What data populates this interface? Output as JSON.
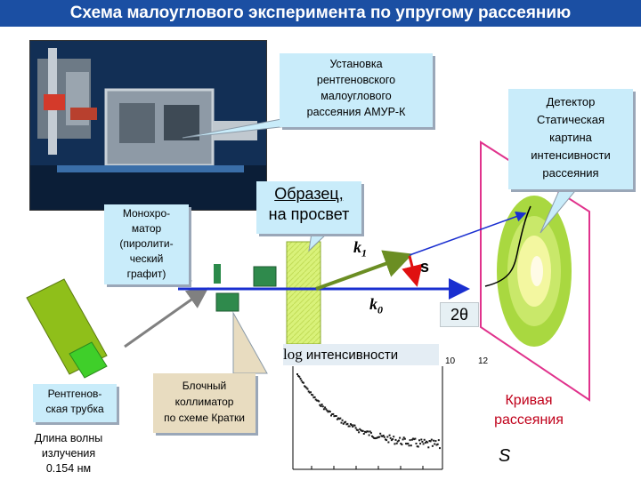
{
  "title": "Схема малоуглового эксперимента по упругому рассеянию",
  "callouts": {
    "setup": [
      "Установка",
      "рентгеновского",
      "малоуглового",
      "рассеяния АМУР-К"
    ],
    "detector": [
      "Детектор",
      "Статическая",
      "картина",
      "интенсивности",
      "рассеяния"
    ],
    "sample": [
      "Образец,",
      "на просвет"
    ],
    "monochromator": [
      "Монохро-",
      "матор",
      "(пиролити-",
      "ческий",
      "графит)"
    ],
    "tube": [
      "Рентгенов-",
      "ская трубка"
    ],
    "collimator": [
      "Блочный",
      "коллиматор",
      "по схеме Кратки"
    ],
    "wavelength": [
      "Длина волны",
      "излучения",
      "0.154 нм"
    ]
  },
  "vectors": {
    "k1": "k",
    "k1_sub": "1",
    "k0": "k",
    "k0_sub": "0",
    "s": "s",
    "two_theta": "2θ"
  },
  "plot": {
    "ylabel_log": "log",
    "ylabel": "интенсивности",
    "ticks": [
      "10",
      "12"
    ],
    "curve_label": [
      "Кривая",
      "рассеяния"
    ],
    "xlabel": "S"
  },
  "colors": {
    "title_bg": "#1b4fa3",
    "callout_bg": "#c9ecfa",
    "beam": "#1a2fd0",
    "scatter": "#6b8e23",
    "s_vector": "#e01010",
    "sample": "#d9f27a",
    "detector_plane": "#e0328c"
  }
}
